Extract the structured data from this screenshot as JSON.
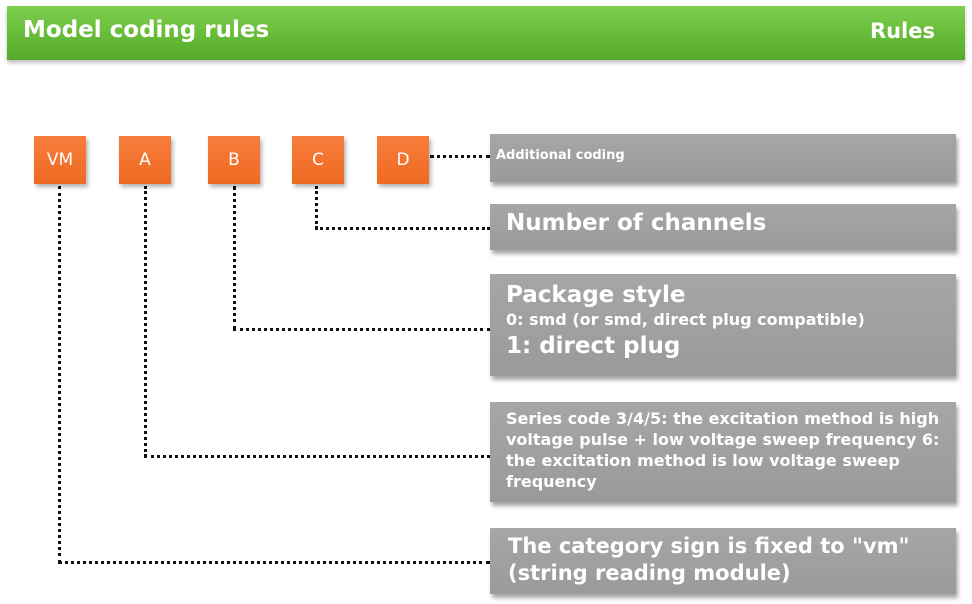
{
  "header": {
    "title": "Model coding rules",
    "right_label": "Rules"
  },
  "codes": [
    {
      "label": "VM"
    },
    {
      "label": "A"
    },
    {
      "label": "B"
    },
    {
      "label": "C"
    },
    {
      "label": "D"
    }
  ],
  "descriptions": {
    "additional": "Additional coding",
    "channels": "Number of channels",
    "package": {
      "title": "Package style",
      "option0": "0: smd (or smd, direct plug compatible)",
      "option1": "1: direct plug"
    },
    "series": "Series code 3/4/5: the excitation method is high voltage pulse + low voltage sweep frequency 6: the excitation method is low voltage sweep frequency",
    "category": "The category sign is fixed to \"vm\" (string reading module)"
  },
  "colors": {
    "header_green": "#66bb38",
    "code_orange": "#ee6a22",
    "desc_gray": "#a0a0a0",
    "connector": "#111111"
  }
}
